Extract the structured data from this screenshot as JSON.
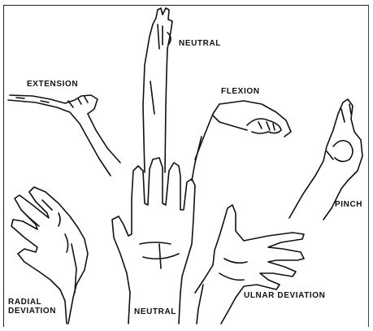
{
  "labels": {
    "neutral_top": "NEUTRAL",
    "extension": "EXTENSION",
    "flexion": "FLEXION",
    "pinch": "PINCH",
    "radial_line1": "RADIAL",
    "radial_line2": "DEVIATION",
    "neutral_bottom": "NEUTRAL",
    "ulnar": "ULNAR DEVIATION"
  },
  "icons": [
    "raised-arm-neutral-icon",
    "wrist-extension-hand-icon",
    "wrist-flexion-hand-icon",
    "pinch-hand-icon",
    "radial-deviation-hand-icon",
    "palm-neutral-hand-icon",
    "ulnar-deviation-hand-icon"
  ],
  "colors": {
    "ink": "#111111",
    "background": "#ffffff"
  }
}
